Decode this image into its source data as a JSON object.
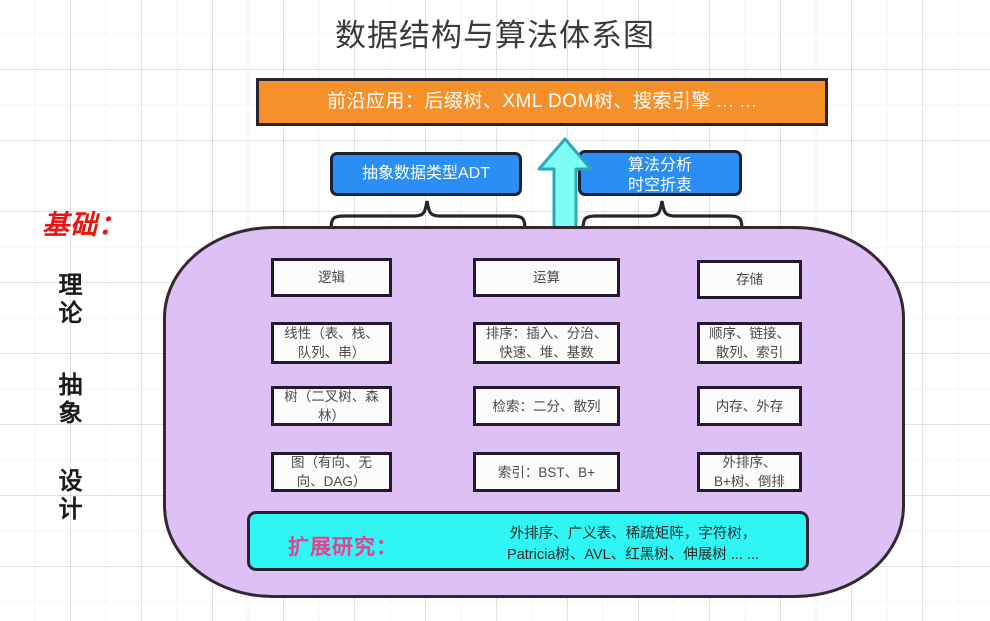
{
  "title": "数据结构与算法体系图",
  "banner": {
    "text": "前沿应用：后缀树、XML DOM树、搜索引擎 ... ...",
    "color": "#f5902b"
  },
  "adt_box": {
    "label": "抽象数据类型ADT",
    "color": "#2a8ef5"
  },
  "analysis_box": {
    "line1": "算法分析",
    "line2": "时空折衷",
    "color": "#2a8ef5"
  },
  "arrow": {
    "name": "up-arrow",
    "color": "#7ffcf5"
  },
  "left_rail": {
    "basis": "基础：",
    "basis_color": "#ee1111",
    "words": [
      "理论",
      "抽象",
      "设计"
    ]
  },
  "panel": {
    "color": "#ddc0f5"
  },
  "columns": [
    {
      "key": "logic",
      "header": "逻辑",
      "cells": [
        {
          "line1": "线性（表、栈、",
          "line2": "队列、串）"
        },
        {
          "line1": "树（二叉树、森",
          "line2": "林）"
        },
        {
          "line1": "图（有向、无",
          "line2": "向、DAG）"
        }
      ]
    },
    {
      "key": "operation",
      "header": "运算",
      "cells": [
        {
          "line1": "排序：插入、分治、",
          "line2": "快速、堆、基数"
        },
        {
          "line1": "检索：二分、散列",
          "line2": ""
        },
        {
          "line1": "索引：BST、B+",
          "line2": ""
        }
      ]
    },
    {
      "key": "storage",
      "header": "存储",
      "cells": [
        {
          "line1": "顺序、链接、",
          "line2": "散列、索引"
        },
        {
          "line1": "内存、外存",
          "line2": ""
        },
        {
          "line1": "外排序、",
          "line2": "B+树、倒排"
        }
      ]
    }
  ],
  "research": {
    "label": "扩展研究：",
    "label_color": "#e8408c",
    "line1": "外排序、广义表、稀疏矩阵，字符树，",
    "line2": "Patricia树、AVL、红黑树、伸展树 ... ...",
    "color": "#2ff5f5"
  }
}
